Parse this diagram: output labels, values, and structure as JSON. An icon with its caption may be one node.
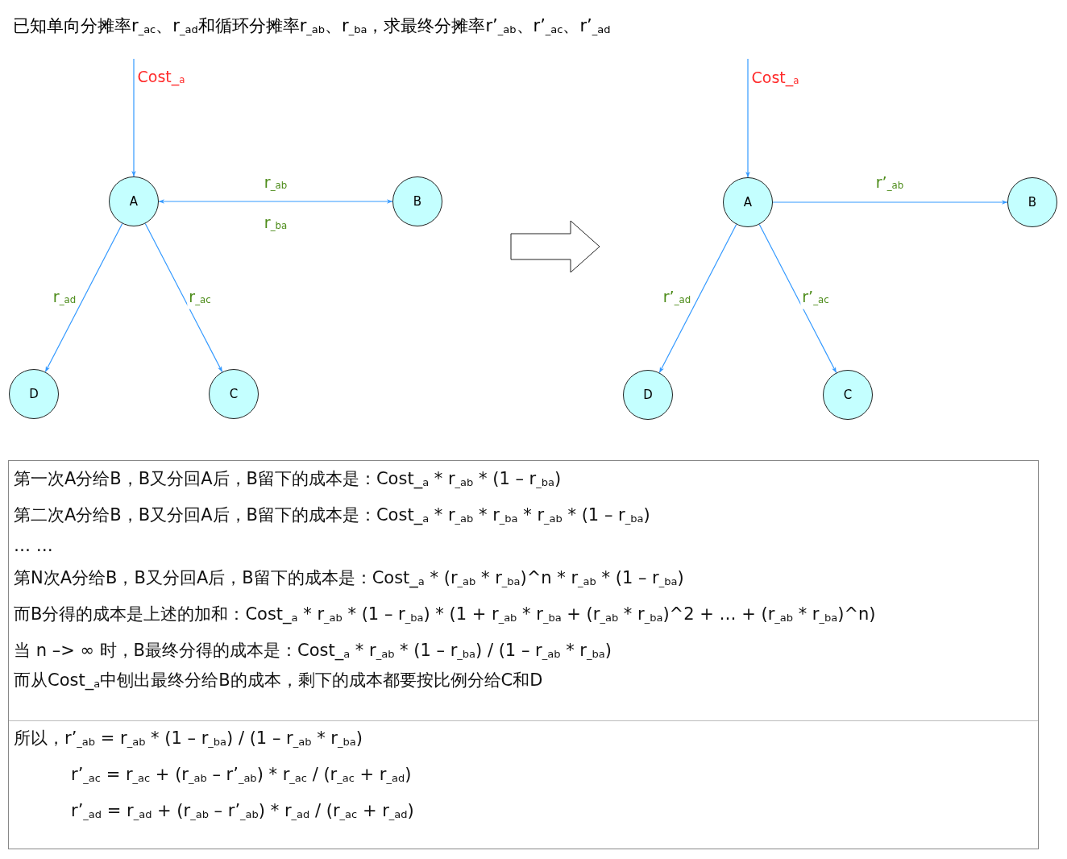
{
  "diagram": {
    "title": "已知单向分摊率r$_{_ac}$、r$_{_ad}$和循环分摊率r$_{_ab}$、r$_{_ba}$，求最终分摊率r’$_{_ab}$、r’$_{_ac}$、r’$_{_ad}$",
    "nodes": [
      {
        "text": [
          "A"
        ]
      },
      {
        "text": [
          "B"
        ]
      },
      {
        "text": [
          "D"
        ]
      },
      {
        "text": [
          "C"
        ]
      },
      {
        "text": [
          "A"
        ]
      },
      {
        "text": [
          "B"
        ]
      },
      {
        "text": [
          "D"
        ]
      },
      {
        "text": [
          "C"
        ]
      },
      {
        "text": [
          "第一次A分给B，B又分回A后，B留下的成本是：Cost_$_{a}$ * r$_{_ab}$ * (1 – r$_{_ba}$)",
          "第二次A分给B，B又分回A后，B留下的成本是：Cost_$_{a}$ * r$_{_ab}$ * r$_{_ba}$ * r$_{_ab}$ * (1 – r$_{_ba}$)",
          "… …",
          "第N次A分给B，B又分回A后，B留下的成本是：Cost_$_{a}$ * (r$_{_ab}$ * r$_{_ba}$)^n * r$_{_ab}$ * (1 – r$_{_ba}$)",
          "而B分得的成本是上述的加和：Cost_$_{a}$ * r$_{_ab}$ * (1 – r$_{_ba}$) * (1 + r$_{_ab}$ * r$_{_ba}$ + (r$_{_ab}$ * r$_{_ba}$)^2 + … + (r$_{_ab}$ * r$_{_ba}$)^n)",
          "当 n –> ∞ 时，B最终分得的成本是：Cost_$_{a}$ * r$_{_ab}$ * (1 – r$_{_ba}$) / (1 – r$_{_ab}$ * r$_{_ba}$)",
          "而从Cost_$_{a}$中刨出最终分给B的成本，剩下的成本都要按比例分给C和D"
        ]
      },
      {
        "text": [
          "所以，r’$_{_ab}$ = r$_{_ab}$ * (1 – r$_{_ba}$) / (1 – r$_{_ab}$ * r$_{_ba}$)",
          "r’$_{_ac}$ = r$_{_ac}$ + (r$_{_ab}$ – r’$_{_ab}$) * r$_{_ac}$ / (r$_{_ac}$ + r$_{_ad}$)",
          "r’$_{_ad}$ = r$_{_ad}$ + (r$_{_ab}$ – r’$_{_ab}$) * r$_{_ad}$ / (r$_{_ac}$ + r$_{_ad}$)"
        ]
      }
    ],
    "edges": [
      {
        "from": null,
        "to": 0,
        "arrow": "to",
        "label": "Cost_$_{a}$"
      },
      {
        "from": 0,
        "to": 1,
        "arrow": "both",
        "label": "r$_{_ab}$"
      },
      {
        "from": 0,
        "to": 2,
        "arrow": "to",
        "label": "r$_{_ad}$"
      },
      {
        "from": 0,
        "to": 3,
        "arrow": "to",
        "label": "r$_{_ac}$"
      },
      {
        "from": null,
        "to": 4,
        "arrow": "to",
        "label": "Cost_$_{a}$"
      },
      {
        "from": 4,
        "to": 5,
        "arrow": "to",
        "label": "r’$_{_ab}$"
      },
      {
        "from": 4,
        "to": 6,
        "arrow": "to",
        "label": "r’$_{_ad}$"
      },
      {
        "from": 4,
        "to": 7,
        "arrow": "to",
        "label": "r’$_{_ac}$"
      }
    ],
    "labels": [
      "r$_{_ba}$"
    ]
  }
}
